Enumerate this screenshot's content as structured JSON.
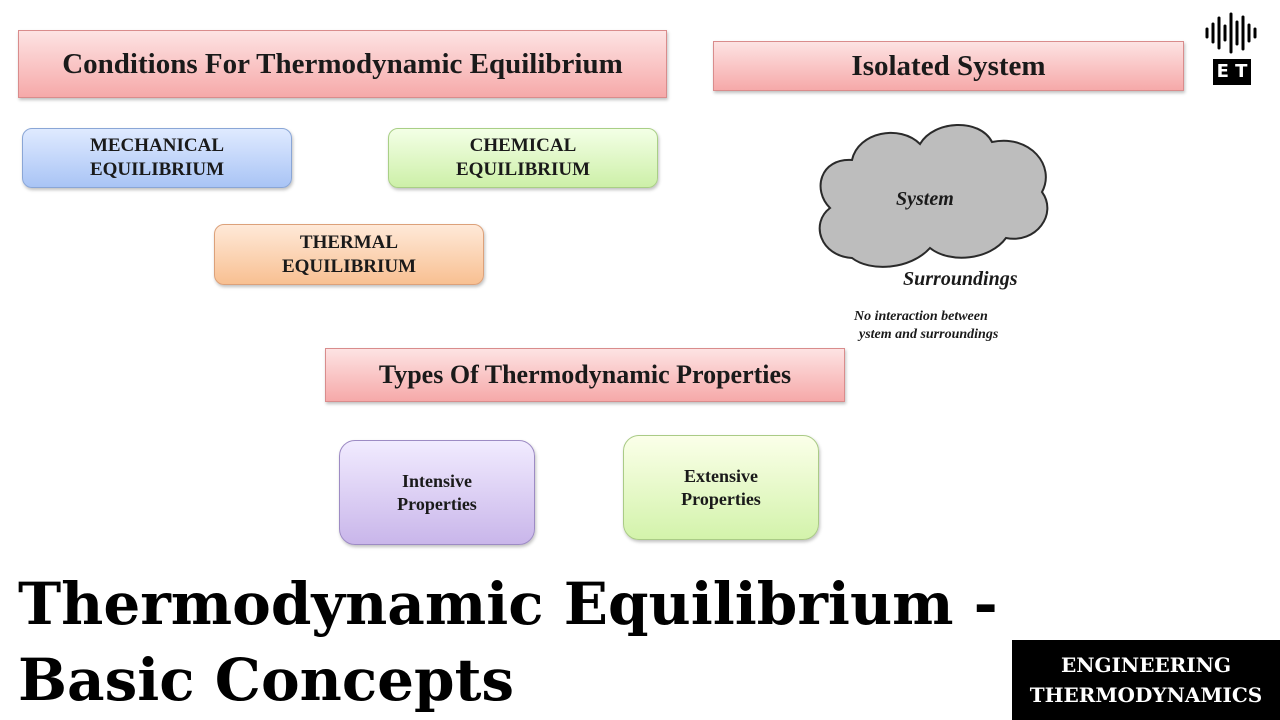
{
  "equilibrium": {
    "header": "Conditions For Thermodynamic Equilibrium",
    "items": [
      {
        "line1": "MECHANICAL",
        "line2": "EQUILIBRIUM"
      },
      {
        "line1": "CHEMICAL",
        "line2": "EQUILIBRIUM"
      },
      {
        "line1": "THERMAL",
        "line2": "EQUILIBRIUM"
      }
    ]
  },
  "isolated": {
    "header": "Isolated System",
    "system_label": "System",
    "surroundings_label": "Surroundings",
    "note_line1": "No interaction between",
    "note_line2": "ystem and surroundings"
  },
  "properties": {
    "header": "Types Of Thermodynamic Properties",
    "items": [
      {
        "line1": "Intensive",
        "line2": "Properties"
      },
      {
        "line1": "Extensive",
        "line2": "Properties"
      }
    ]
  },
  "title": {
    "line1": "Thermodynamic Equilibrium -",
    "line2": "Basic Concepts"
  },
  "badge": {
    "line1": "ENGINEERING",
    "line2": "THERMODYNAMICS"
  },
  "logo": {
    "letters": "E T",
    "icon": "waveform-icon"
  }
}
